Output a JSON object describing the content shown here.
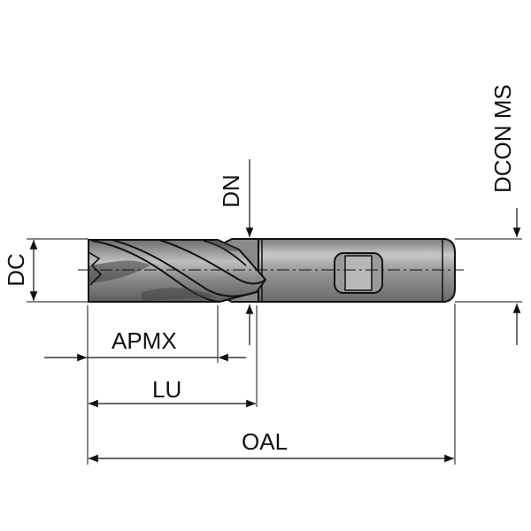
{
  "diagram": {
    "subject": "end mill dimension drawing",
    "labels": {
      "dc": "DC",
      "dn": "DN",
      "dcon_ms": "DCON MS",
      "apmx": "APMX",
      "lu": "LU",
      "oal": "OAL"
    },
    "colors": {
      "ink": "#111111",
      "metal": "#8a8a8a",
      "metal_dark": "#555555",
      "metal_light": "#bdbdbd"
    }
  }
}
